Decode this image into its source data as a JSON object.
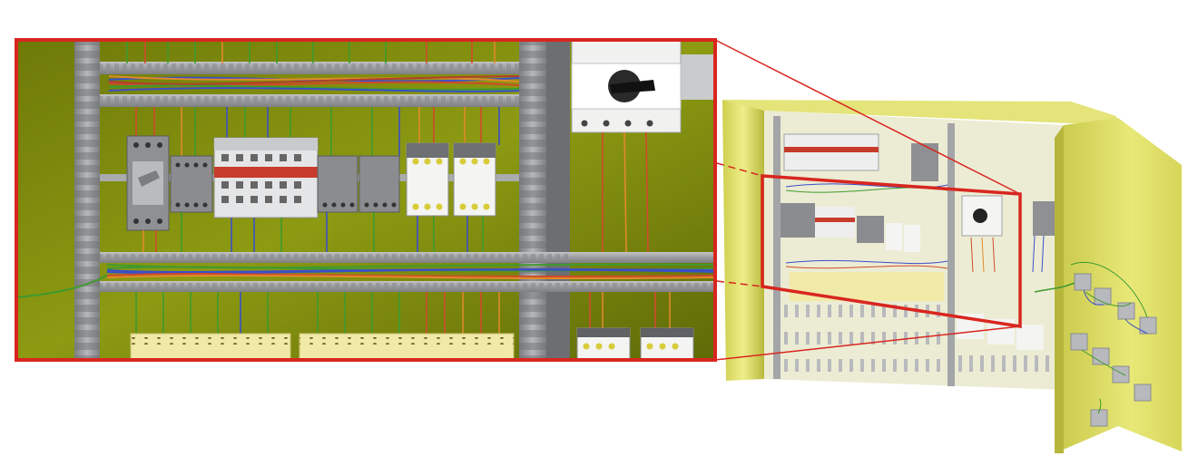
{
  "figure": {
    "panels": [
      "zoomed-detail-view",
      "cabinet-overview"
    ],
    "components": [
      "rotary-main-switch",
      "contactor",
      "terminal-block",
      "cable-duct",
      "din-rail",
      "wire-bundle",
      "circuit-breaker",
      "push-button"
    ]
  },
  "colors": {
    "highlight": "#d8261f",
    "panel_back": "#7d8a0c",
    "cabinet_yellow": "#e0e06a",
    "duct_gray": "#9ea0a3",
    "wire_red": "#d04a2a",
    "wire_blue": "#3a4fc8",
    "wire_green": "#3f9a2e",
    "wire_orange": "#e08a2a",
    "terminal_cream": "#f1e9a6"
  }
}
